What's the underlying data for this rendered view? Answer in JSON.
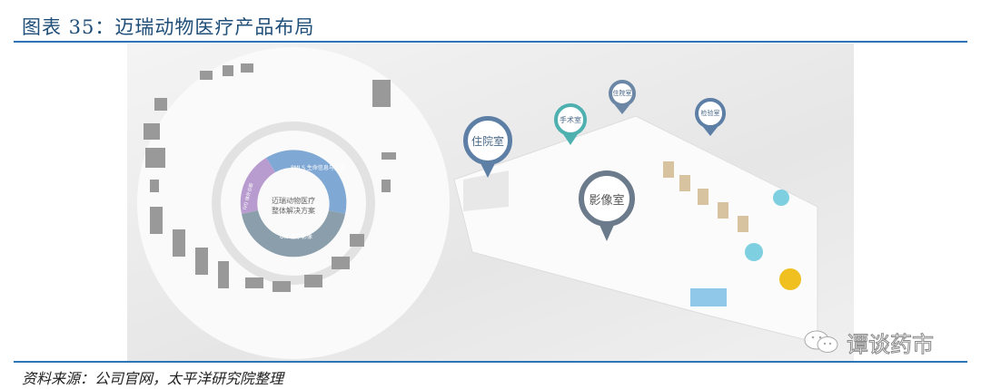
{
  "title": "图表 35：迈瑞动物医疗产品布局",
  "source": "资料来源：公司官网，太平洋研究院整理",
  "watermark": "谭谈药市",
  "figure": {
    "center": {
      "line1": "迈瑞动物医疗",
      "line2": "整体解决方案"
    },
    "segments": [
      {
        "label": "PMLS 生命信息与支持",
        "color": "#7fa8d4"
      },
      {
        "label": "UIS 医学影像",
        "color": "#8a9eac"
      },
      {
        "label": "IVD 体外诊断",
        "color": "#b99ccf"
      }
    ],
    "pins": [
      {
        "label": "住院室",
        "color": "#5d7fa6"
      },
      {
        "label": "手术室",
        "color": "#4fb0b0"
      },
      {
        "label": "住院室",
        "color": "#6b87a5"
      },
      {
        "label": "检验室",
        "color": "#5d7fa6"
      },
      {
        "label": "影像室",
        "color": "#6b7b8c"
      }
    ]
  }
}
